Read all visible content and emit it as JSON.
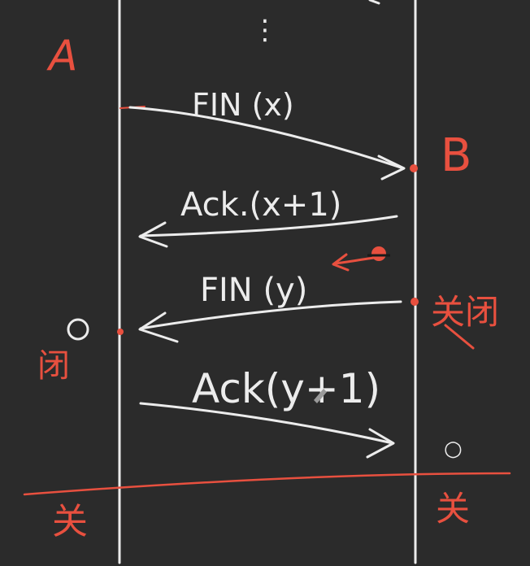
{
  "colors": {
    "background": "#2b2b2b",
    "ink_white": "#ececec",
    "ink_red": "#e8503f"
  },
  "hosts": {
    "left": "A",
    "right": "B"
  },
  "continuation_mark": "⋮",
  "messages": [
    {
      "label": "FIN (x)",
      "direction": "A-to-B"
    },
    {
      "label": "Ack.(x+1)",
      "direction": "B-to-A"
    },
    {
      "label": "FIN (y)",
      "direction": "B-to-A"
    },
    {
      "label": "Ack(y+1)",
      "direction": "A-to-B"
    }
  ],
  "annotations": {
    "left_close": "闭",
    "right_close": "关闭",
    "left_bottom": "关",
    "right_bottom": "关",
    "small_circle": "○"
  }
}
